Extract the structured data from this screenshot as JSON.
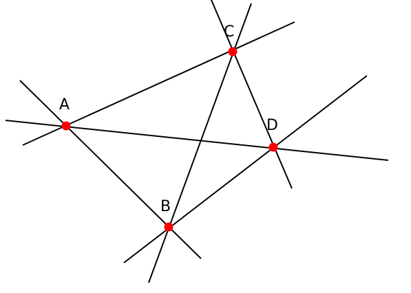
{
  "colors": {
    "line": "#000000",
    "point": "#ff0000",
    "background": "#ffffff"
  },
  "points": [
    {
      "id": "A",
      "label": "A"
    },
    {
      "id": "B",
      "label": "B"
    },
    {
      "id": "C",
      "label": "C"
    },
    {
      "id": "D",
      "label": "D"
    }
  ],
  "lines": [
    {
      "id": "AC",
      "through": [
        "A",
        "C"
      ]
    },
    {
      "id": "AD",
      "through": [
        "A",
        "D"
      ]
    },
    {
      "id": "AB",
      "through": [
        "A",
        "B"
      ]
    },
    {
      "id": "BC",
      "through": [
        "B",
        "C"
      ]
    },
    {
      "id": "BD",
      "through": [
        "B",
        "D"
      ]
    },
    {
      "id": "CD",
      "through": [
        "C",
        "D"
      ]
    }
  ]
}
